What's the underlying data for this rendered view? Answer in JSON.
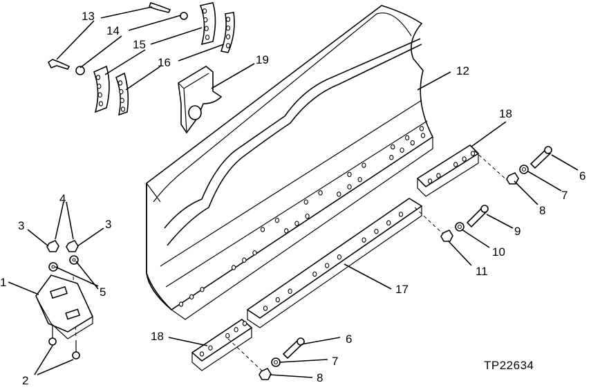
{
  "figure_id": "TP22634",
  "callouts": {
    "c13": "13",
    "c14": "14",
    "c15": "15",
    "c16": "16",
    "c19": "19",
    "c12": "12",
    "c18a": "18",
    "c6a": "6",
    "c7a": "7",
    "c8a": "8",
    "c9": "9",
    "c10": "10",
    "c11": "11",
    "c17": "17",
    "c18b": "18",
    "c6b": "6",
    "c7b": "7",
    "c8b": "8",
    "c4": "4",
    "c3a": "3",
    "c3b": "3",
    "c5": "5",
    "c1": "1",
    "c2": "2"
  }
}
